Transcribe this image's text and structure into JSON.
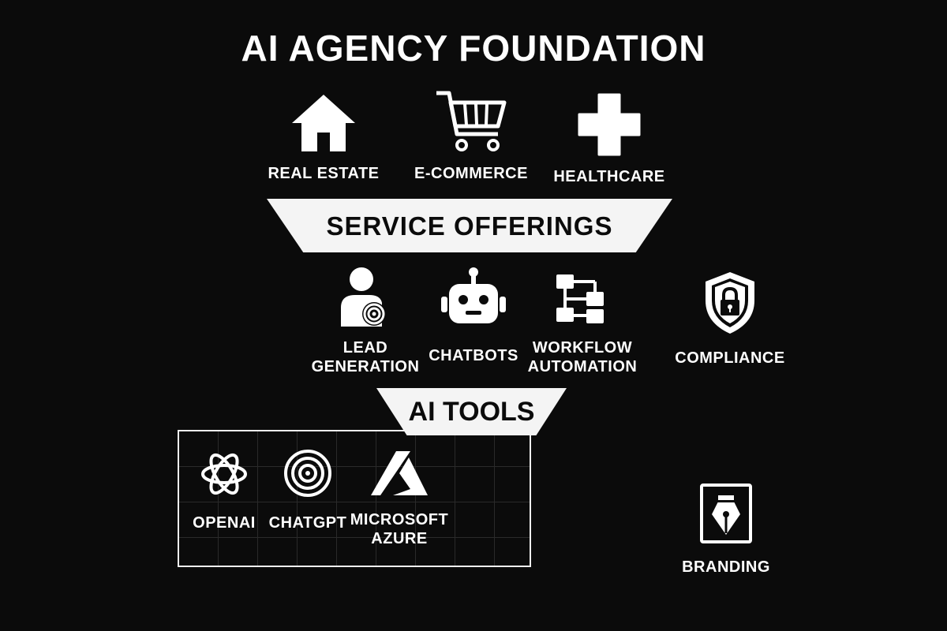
{
  "title": "AI AGENCY FOUNDATION",
  "industries": [
    {
      "label": "REAL ESTATE",
      "icon": "house-icon"
    },
    {
      "label": "E-COMMERCE",
      "icon": "shopping-cart-icon"
    },
    {
      "label": "HEALTHCARE",
      "icon": "medical-cross-icon"
    }
  ],
  "service_banner": "SERVICE OFFERINGS",
  "services": [
    {
      "label_line1": "LEAD",
      "label_line2": "GENERATION",
      "icon": "person-target-icon"
    },
    {
      "label": "CHATBOTS",
      "icon": "robot-icon"
    },
    {
      "label_line1": "WORKFLOW",
      "label_line2": "AUTOMATION",
      "icon": "workflow-diagram-icon"
    }
  ],
  "compliance": {
    "label": "COMPLIANCE",
    "icon": "shield-lock-icon"
  },
  "tools_banner": "AI TOOLS",
  "tools": [
    {
      "label": "OPENAI",
      "icon": "openai-knot-icon"
    },
    {
      "label": "CHATGPT",
      "icon": "target-rings-icon"
    },
    {
      "label_line1": "MICROSOFT",
      "label_line2": "AZURE",
      "icon": "azure-logo-icon"
    }
  ],
  "branding": {
    "label": "BRANDING",
    "icon": "pen-nib-icon"
  },
  "colors": {
    "background": "#0b0b0b",
    "foreground": "#ffffff",
    "banner": "#f4f4f4"
  }
}
